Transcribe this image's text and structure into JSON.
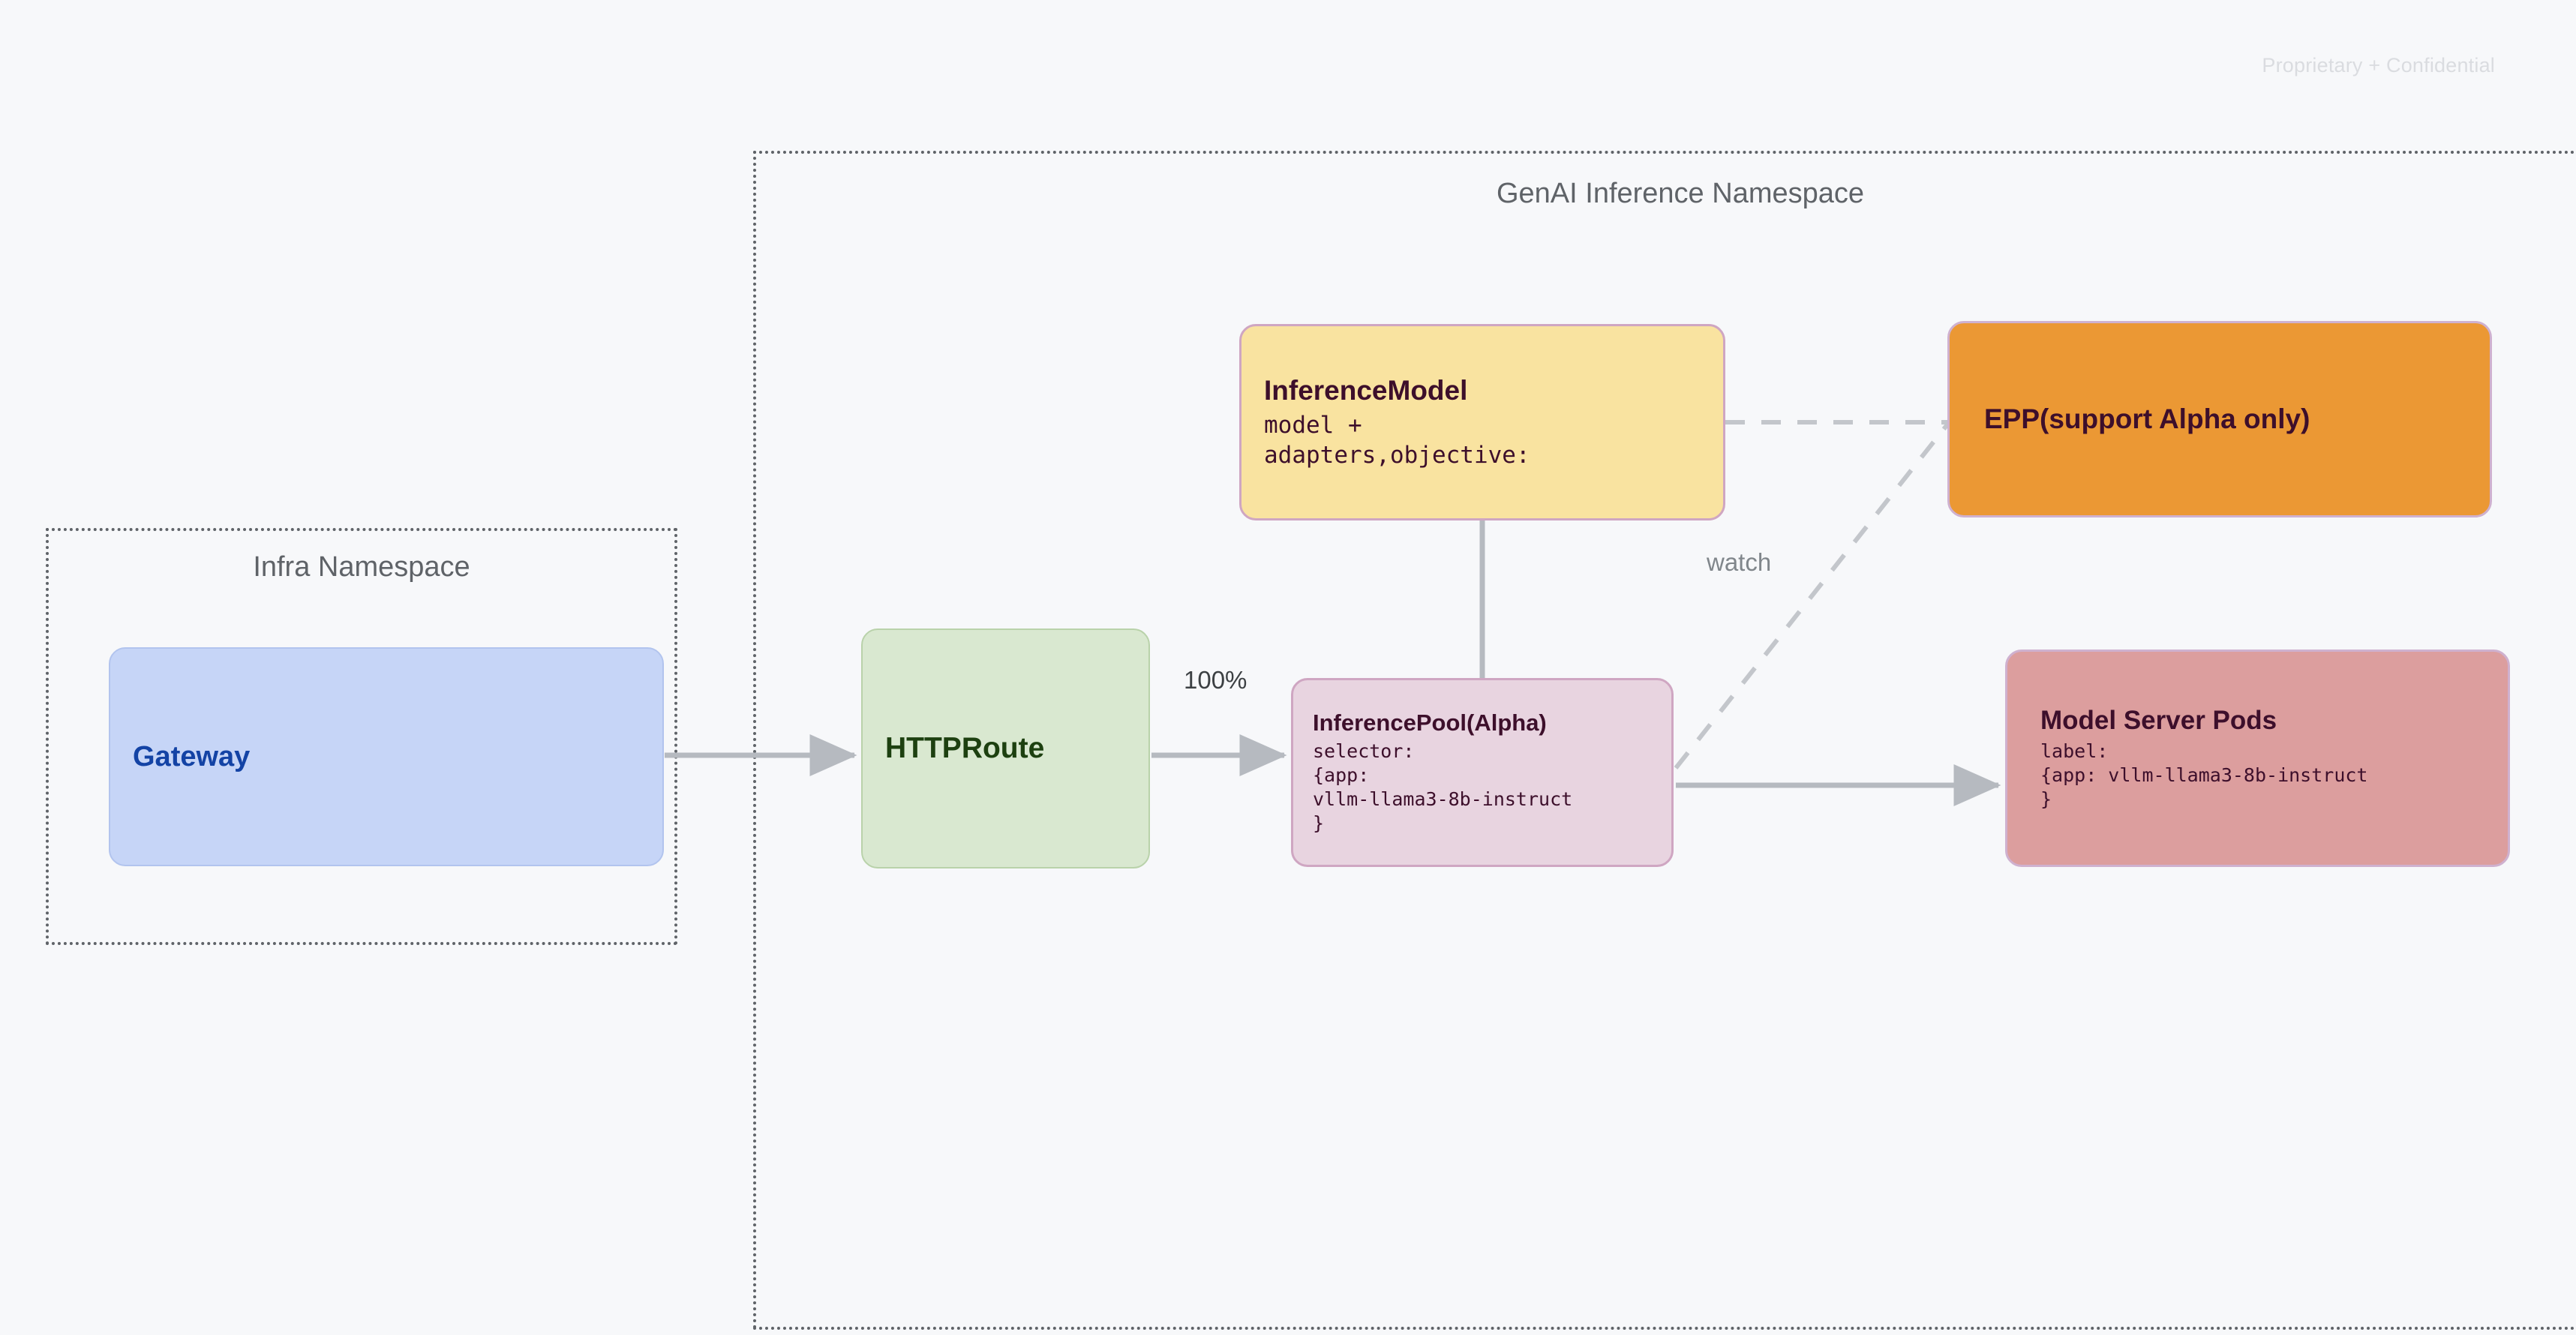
{
  "page": {
    "watermark": "Proprietary + Confidential"
  },
  "namespaces": [
    {
      "id": "infra",
      "title": "Infra Namespace"
    },
    {
      "id": "genai",
      "title": "GenAI Inference Namespace"
    }
  ],
  "nodes": {
    "gateway": {
      "title": "Gateway",
      "fill": "#c6d5f7",
      "text_color": "#1343a5"
    },
    "httproute": {
      "title": "HTTPRoute",
      "fill": "#d9e8d0",
      "text_color": "#1d4010"
    },
    "inference_model": {
      "title": "InferenceModel",
      "detail": "model +\nadapters,objective:",
      "fill": "#f9e3a0",
      "text_color": "#3d0f2b"
    },
    "inference_pool": {
      "title": "InferencePool(Alpha)",
      "detail": "selector:\n{app:\nvllm-llama3-8b-instruct\n}",
      "fill": "#e8d4e0",
      "text_color": "#3d0f2b"
    },
    "epp": {
      "title": "EPP(support Alpha only)",
      "fill": "#eb9834",
      "text_color": "#3d0f2b"
    },
    "model_server_pods": {
      "title": "Model Server Pods",
      "detail": "label:\n{app: vllm-llama3-8b-instruct\n}",
      "fill": "#dc9e9e",
      "text_color": "#3d0f2b"
    }
  },
  "edges": [
    {
      "id": "gateway-to-httproute",
      "from": "gateway",
      "to": "httproute",
      "style": "solid",
      "arrow": true,
      "label": ""
    },
    {
      "id": "httproute-to-inferencepool",
      "from": "httproute",
      "to": "inference_pool",
      "style": "solid",
      "arrow": true,
      "label": "100%"
    },
    {
      "id": "inferencemodel-to-inferencepool",
      "from": "inference_model",
      "to": "inference_pool",
      "style": "solid",
      "arrow": false,
      "label": ""
    },
    {
      "id": "inferencepool-to-modelserverpods",
      "from": "inference_pool",
      "to": "model_server_pods",
      "style": "solid",
      "arrow": true,
      "label": ""
    },
    {
      "id": "inferencemodel-to-epp",
      "from": "inference_model",
      "to": "epp",
      "style": "dashed",
      "arrow": false,
      "label": ""
    },
    {
      "id": "inferencepool-to-epp",
      "from": "inference_pool",
      "to": "epp",
      "style": "dashed",
      "arrow": false,
      "label": "watch"
    }
  ],
  "edge_labels": {
    "traffic_weight": "100%",
    "watch": "watch"
  },
  "colors": {
    "background": "#f7f8fa",
    "namespace_border": "#5f6368",
    "edge": "#b6bac0",
    "dashed_edge": "#c3c6cb",
    "watermark": "#dadce0"
  }
}
